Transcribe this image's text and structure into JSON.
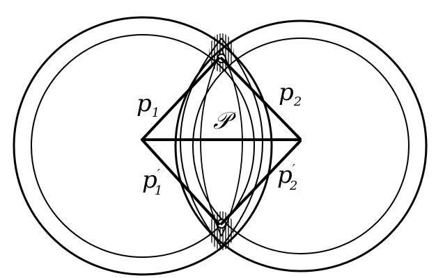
{
  "colors": {
    "ink": "#000000",
    "paper": "#ffffff"
  },
  "labels": {
    "p1": {
      "base": "p",
      "sub": "1",
      "prime": ""
    },
    "p2": {
      "base": "p",
      "sub": "2",
      "prime": ""
    },
    "p1_prime": {
      "base": "p",
      "sub": "1",
      "prime": "′"
    },
    "p2_prime": {
      "base": "p",
      "sub": "2",
      "prime": "′"
    },
    "P": {
      "base": "𝒫"
    }
  }
}
